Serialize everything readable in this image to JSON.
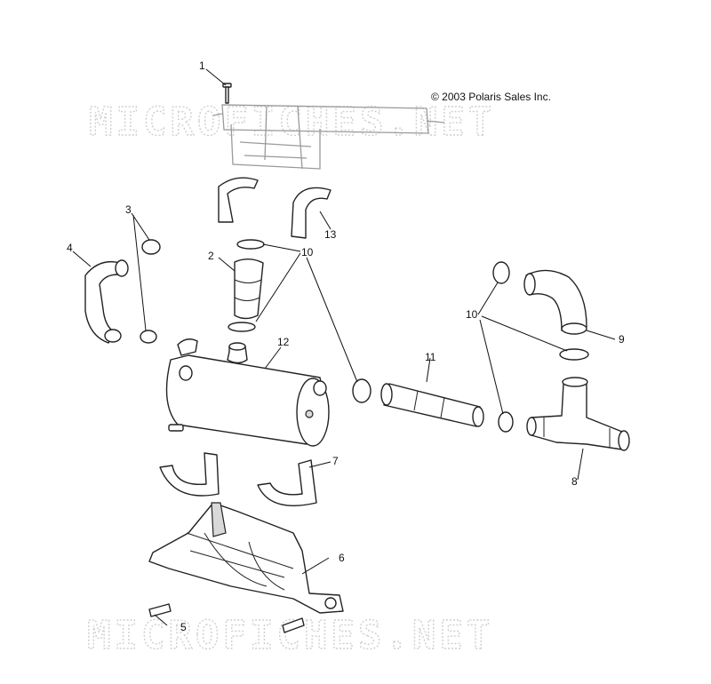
{
  "copyright": "© 2003 Polaris Sales Inc.",
  "watermark_top": "MICROFICHES.NET",
  "watermark_bottom": "MICROFICHES.NET",
  "callouts": {
    "c1": "1",
    "c2": "2",
    "c3": "3",
    "c4": "4",
    "c5": "5",
    "c6": "6",
    "c7": "7",
    "c8": "8",
    "c9": "9",
    "c10a": "10",
    "c10b": "10",
    "c11": "11",
    "c12": "12",
    "c13": "13"
  }
}
